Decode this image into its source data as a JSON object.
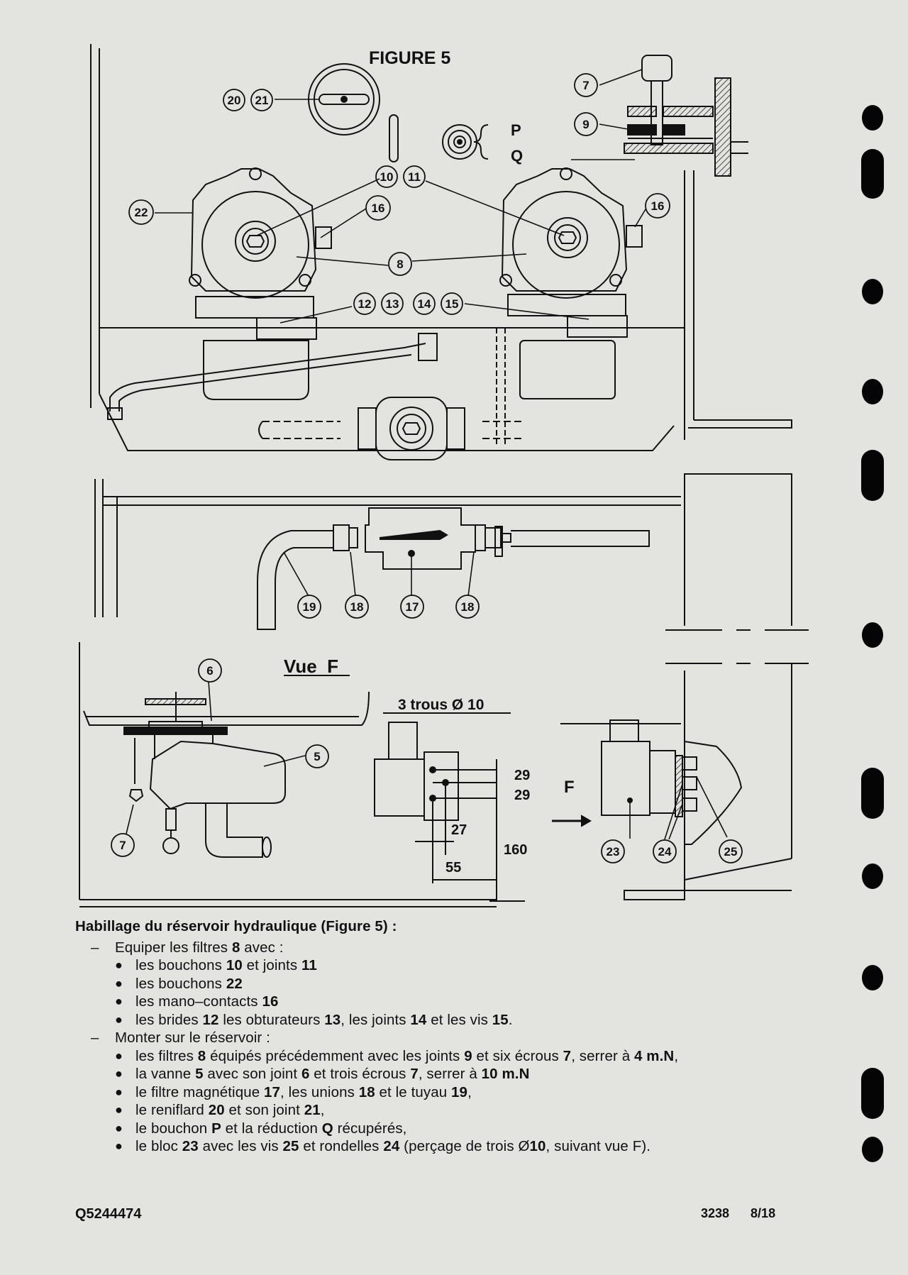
{
  "figure": {
    "title": "FIGURE 5",
    "view_title": "Vue  F",
    "view_letter": "F",
    "holes_label": "3 trous Ø 10",
    "label_p": "P",
    "label_q": "Q"
  },
  "callouts": {
    "c20": "20",
    "c21": "21",
    "c7": "7",
    "c9": "9",
    "c10": "10",
    "c11": "11",
    "c22": "22",
    "c16": "16",
    "c16b": "16",
    "c8": "8",
    "c12": "12",
    "c13": "13",
    "c14": "14",
    "c15": "15",
    "c19": "19",
    "c18": "18",
    "c17": "17",
    "c18b": "18",
    "c6": "6",
    "c5": "5",
    "c7b": "7",
    "c23": "23",
    "c24": "24",
    "c25": "25"
  },
  "dimensions": {
    "d29a": "29",
    "d29b": "29",
    "d27": "27",
    "d55": "55",
    "d160": "160"
  },
  "caption": {
    "title": "Habillage du réservoir hydraulique (Figure 5) :",
    "dash1": "Equiper les filtres 8 avec :",
    "dash1_items": [
      "les bouchons 10 et joints 11",
      "les bouchons 22",
      "les mano–contacts 16",
      "les brides 12 les obturateurs 13, les joints 14 et les vis 15."
    ],
    "dash2": "Monter sur le réservoir :",
    "dash2_items": [
      "les filtres 8 équipés précédemment avec les joints 9 et six écrous 7, serrer à 4 m.N,",
      "la vanne 5 avec son joint 6 et trois écrous 7, serrer à 10 m.N",
      "le filtre magnétique 17, les unions 18 et le tuyau 19,",
      "le reniflard 20 et son joint 21,",
      "le bouchon P et la réduction Q récupérés,",
      "le bloc 23 avec les vis 25 et rondelles 24 (perçage de trois Ø10, suivant vue F)."
    ]
  },
  "footer": {
    "ref": "Q5244474",
    "code": "3238",
    "page": "8/18"
  }
}
